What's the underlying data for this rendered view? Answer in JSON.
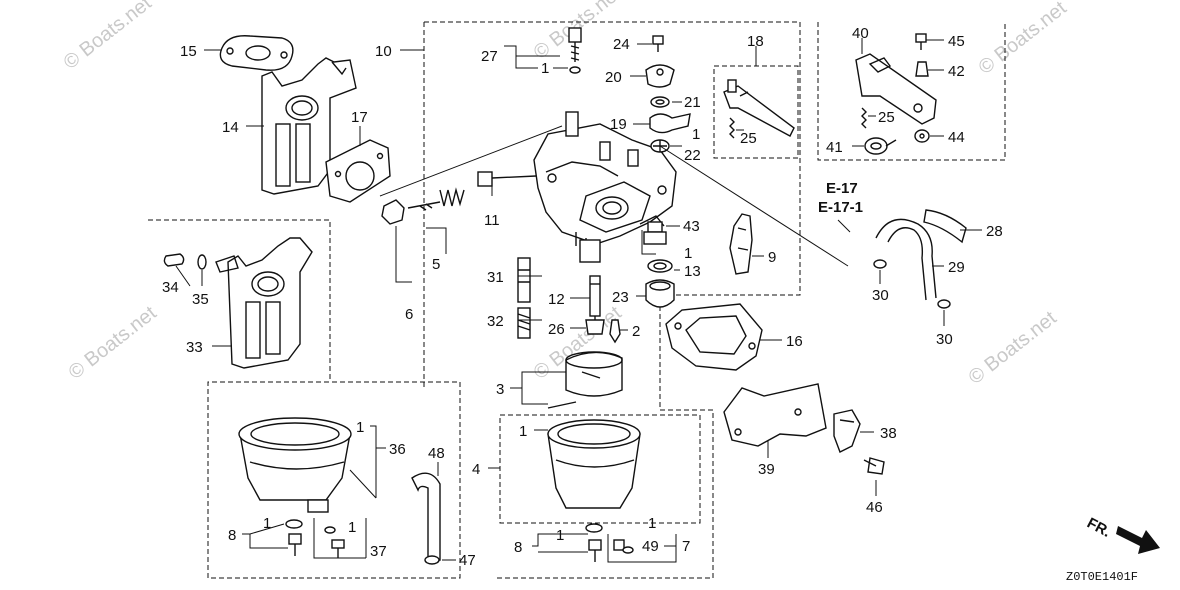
{
  "watermark": "© Boats.net",
  "diagram_code": "Z0T0E1401F",
  "front_arrow_label": "FR.",
  "ref_labels": {
    "e17": "E-17",
    "e17_1": "E-17-1"
  },
  "callouts": {
    "c1": "1",
    "c2": "2",
    "c3": "3",
    "c4": "4",
    "c5": "5",
    "c6": "6",
    "c7": "7",
    "c8": "8",
    "c9": "9",
    "c10": "10",
    "c11": "11",
    "c12": "12",
    "c13": "13",
    "c14": "14",
    "c15": "15",
    "c16": "16",
    "c17": "17",
    "c18": "18",
    "c19": "19",
    "c20": "20",
    "c21": "21",
    "c22": "22",
    "c23": "23",
    "c24": "24",
    "c25": "25",
    "c26": "26",
    "c27": "27",
    "c28": "28",
    "c29": "29",
    "c30": "30",
    "c31": "31",
    "c32": "32",
    "c33": "33",
    "c34": "34",
    "c35": "35",
    "c36": "36",
    "c37": "37",
    "c38": "38",
    "c39": "39",
    "c40": "40",
    "c41": "41",
    "c42": "42",
    "c43": "43",
    "c44": "44",
    "c45": "45",
    "c46": "46",
    "c47": "47",
    "c48": "48",
    "c49": "49"
  }
}
